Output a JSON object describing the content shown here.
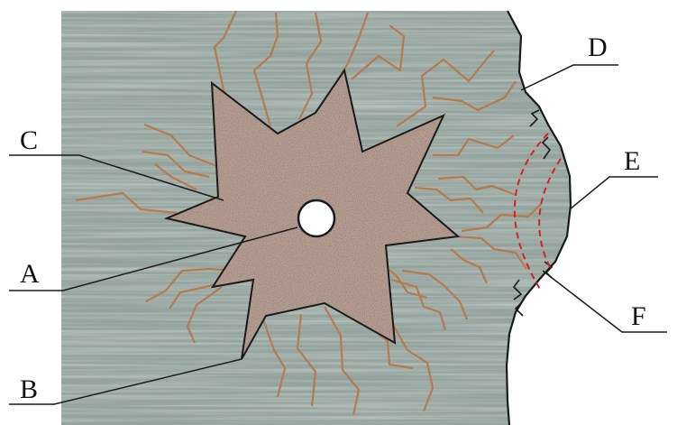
{
  "labels": {
    "a": "A",
    "b": "B",
    "c": "C",
    "d": "D",
    "e": "E",
    "f": "F"
  },
  "colors": {
    "rock": "#94a39d",
    "rock_streak": "#a9b6b1",
    "crack": "#b87a4b",
    "crushed_zone": "#b49c90",
    "outline": "#1a1a1a",
    "wave_front": "#d81f26",
    "background": "#ffffff"
  }
}
